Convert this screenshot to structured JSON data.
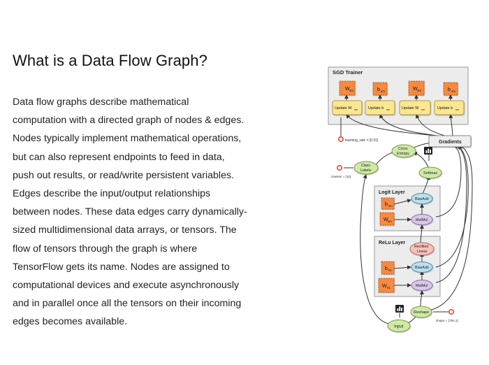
{
  "page": {
    "title": "What is a Data Flow Graph?",
    "paragraph_lines": [
      "Data flow graphs describe mathematical",
      "computation with a directed graph of nodes & edges.",
      "Nodes typically implement mathematical operations,",
      "but can also represent endpoints to feed in data,",
      "push out results, or read/write persistent variables.",
      "Edges describe the input/output relationships",
      "between nodes. These data edges carry dynamically-",
      "sized multidimensional data arrays, or tensors. The",
      "flow of tensors through the graph is where",
      "TensorFlow gets its name. Nodes are assigned to",
      "computational devices and execute asynchronously",
      "and in parallel once all the tensors on their incoming",
      "edges becomes available."
    ]
  },
  "diagram": {
    "sgd_trainer": {
      "label": "SGD Trainer",
      "variables": [
        {
          "base": "W",
          "sub": "sm"
        },
        {
          "base": "b",
          "sub": "sm"
        },
        {
          "base": "W",
          "sub": "sm"
        },
        {
          "base": "b",
          "sub": "sm"
        }
      ],
      "updates": [
        {
          "base": "Update W",
          "sub": "sm"
        },
        {
          "base": "Update b",
          "sub": "sm"
        },
        {
          "base": "Update W",
          "sub": "sm"
        },
        {
          "base": "Update b",
          "sub": "sm"
        }
      ]
    },
    "learning_rate": "learning_rate = [0.01]",
    "gradients": "Gradients",
    "cross_entropy": [
      "Cross",
      "Entropy"
    ],
    "class_labels": [
      "Class",
      "Labels"
    ],
    "classes": "classes = [10]",
    "softmax": "Softmax",
    "logit_layer": {
      "label": "Logit Layer",
      "bias": {
        "base": "b",
        "sub": "sm"
      },
      "weight": {
        "base": "W",
        "sub": "sm"
      },
      "biasadd": "BiasAdd",
      "matmul": "MatMul"
    },
    "relu_layer": {
      "label": "ReLu Layer",
      "rectified": [
        "Rectified",
        "Linear"
      ],
      "bias": {
        "base": "b",
        "sub": "h1"
      },
      "weight": {
        "base": "W",
        "sub": "h1"
      },
      "biasadd": "BiasAdd",
      "matmul": "MatMul"
    },
    "reshape": "Reshape",
    "input": "Input",
    "shape": "shape = [784,1]",
    "colors": {
      "orange": "#f58a40",
      "orange_dark": "#c0561a",
      "yellow": "#fbe792",
      "green": "#cfe9a6",
      "blue": "#b9e0ef",
      "purple": "#d9c7ea",
      "pink": "#f6c3bb",
      "group_bg": "#ececec",
      "red": "#e04a3c"
    }
  }
}
